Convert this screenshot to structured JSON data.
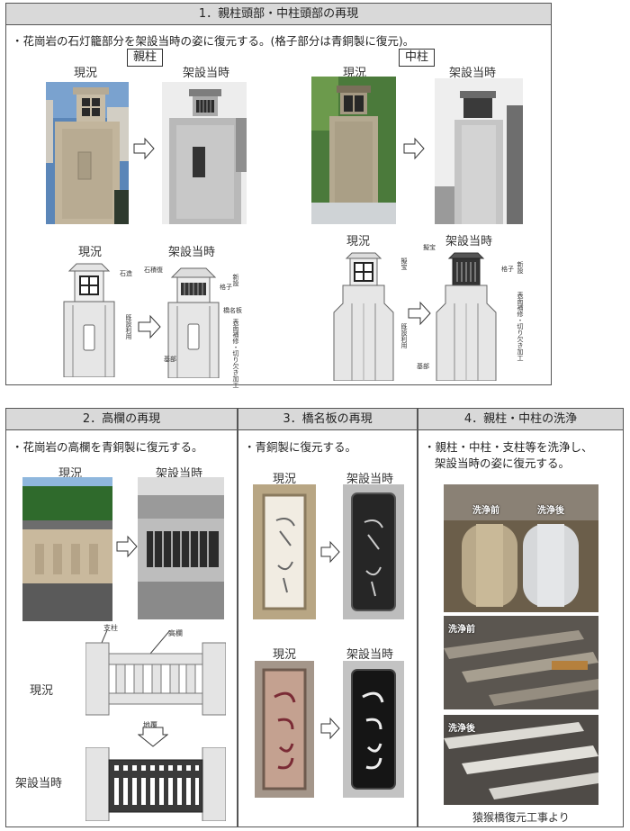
{
  "s1": {
    "title": "1．親柱頭部・中柱頭部の再現",
    "bullet": "・花崗岩の石灯籠部分を架設当時の姿に復元する。(格子部分は青銅製に復元)。",
    "tag_left": "親柱",
    "tag_right": "中柱",
    "now": "現況",
    "then": "架設当時",
    "d_l_1": "石造",
    "d_l_2": "既設利用",
    "d_l_3": "格子",
    "d_l_4": "新設",
    "d_l_5": "橋名板",
    "d_l_6": "基部",
    "d_l_7": "表面補修・切り欠き加工",
    "d_l_8": "石積復",
    "d_r_1": "擬宝",
    "d_r_2": "格子",
    "d_r_3": "新設",
    "d_r_4": "基部",
    "d_r_5": "表面補修・切り欠き加工",
    "d_r_6": "既設利用",
    "d_r_7": "擬宝"
  },
  "s2": {
    "title": "2．高欄の再現",
    "bullet": "・花崗岩の高欄を青銅製に復元する。",
    "now": "現況",
    "then": "架設当時",
    "lab_post": "支柱",
    "lab_rail": "高欄",
    "lab_base": "地覆"
  },
  "s3": {
    "title": "3．橋名板の再現",
    "bullet": "・青銅製に復元する。",
    "now": "現況",
    "then": "架設当時"
  },
  "s4": {
    "title": "4．親柱・中柱の洗浄",
    "bullet1": "・親柱・中柱・支柱等を洗浄し、",
    "bullet2": "架設当時の姿に復元する。",
    "before": "洗浄前",
    "after": "洗浄後",
    "caption": "猿猴橋復元工事より"
  },
  "colors": {
    "header": "#d9d9d9",
    "border": "#555555",
    "bronze": "#3a3a3a",
    "stone": "#e8e6e3"
  }
}
